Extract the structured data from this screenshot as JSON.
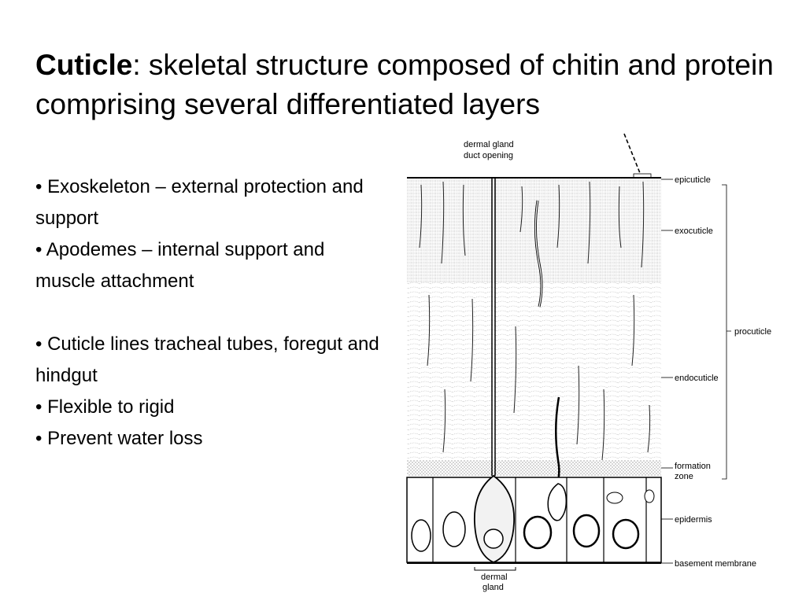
{
  "title": {
    "term": "Cuticle",
    "definition": ": skeletal structure composed of chitin and protein comprising several differentiated layers"
  },
  "bullets": [
    {
      "text": "Exoskeleton – external protection and support"
    },
    {
      "text": "Apodemes – internal support and muscle attachment"
    },
    {
      "text": "Cuticle lines tracheal tubes, foregut and hindgut"
    },
    {
      "text": "Flexible to rigid"
    },
    {
      "text": "Prevent water loss"
    }
  ],
  "figure": {
    "labels": {
      "duct_line1": "dermal gland",
      "duct_line2": "duct opening",
      "epicuticle": "epicuticle",
      "exocuticle": "exocuticle",
      "procuticle": "procuticle",
      "endocuticle": "endocuticle",
      "formation_line1": "formation",
      "formation_line2": "zone",
      "epidermis": "epidermis",
      "basement": "basement membrane",
      "gland_line1": "dermal",
      "gland_line2": "gland"
    }
  }
}
